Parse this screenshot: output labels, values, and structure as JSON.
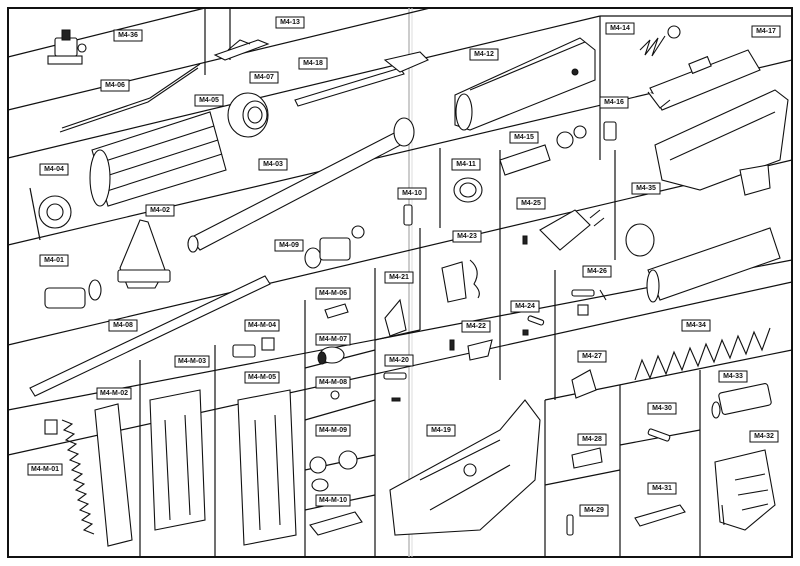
{
  "labels": {
    "M4_36": "M4-36",
    "M4_13": "M4-13",
    "M4_14": "M4-14",
    "M4_17": "M4-17",
    "M4_06": "M4-06",
    "M4_07": "M4-07",
    "M4_18": "M4-18",
    "M4_12": "M4-12",
    "M4_05": "M4-05",
    "M4_16": "M4-16",
    "M4_15": "M4-15",
    "M4_04": "M4-04",
    "M4_03": "M4-03",
    "M4_11": "M4-11",
    "M4_10": "M4-10",
    "M4_35": "M4-35",
    "M4_02": "M4-02",
    "M4_25": "M4-25",
    "M4_09": "M4-09",
    "M4_01": "M4-01",
    "M4_23": "M4-23",
    "M4_21": "M4-21",
    "M4_26": "M4-26",
    "M4_M_06": "M4-M-06",
    "M4_24": "M4-24",
    "M4_08": "M4-08",
    "M4_M_04": "M4-M-04",
    "M4_M_07": "M4-M-07",
    "M4_22": "M4-22",
    "M4_34": "M4-34",
    "M4_M_03": "M4-M-03",
    "M4_20": "M4-20",
    "M4_27": "M4-27",
    "M4_M_05": "M4-M-05",
    "M4_M_02": "M4-M-02",
    "M4_M_08": "M4-M-08",
    "M4_33": "M4-33",
    "M4_30": "M4-30",
    "M4_M_09": "M4-M-09",
    "M4_19": "M4-19",
    "M4_M_01": "M4-M-01",
    "M4_28": "M4-28",
    "M4_32": "M4-32",
    "M4_31": "M4-31",
    "M4_M_10": "M4-M-10",
    "M4_29": "M4-29"
  },
  "colors": {
    "ink": "#111111",
    "paper": "#ffffff",
    "label_fill": "#ffffff"
  }
}
